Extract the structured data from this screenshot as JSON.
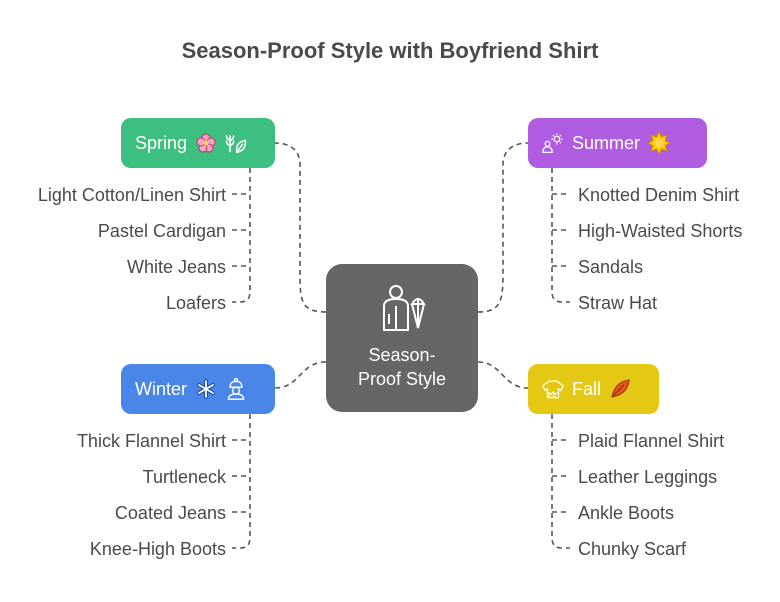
{
  "title": "Season-Proof Style with Boyfriend Shirt",
  "center": {
    "label": "Season-Proof Style",
    "icon": "raincoat-umbrella-icon"
  },
  "branches": {
    "spring": {
      "label": "Spring",
      "color": "#3dbf7f",
      "icons": [
        "flower-icon",
        "leaves-icon"
      ],
      "items": [
        "Light Cotton/Linen Shirt",
        "Pastel Cardigan",
        "White Jeans",
        "Loafers"
      ]
    },
    "summer": {
      "label": "Summer",
      "color": "#b05ce0",
      "icons": [
        "sun-person-icon",
        "sun-icon"
      ],
      "items": [
        "Knotted Denim Shirt",
        "High-Waisted Shorts",
        "Sandals",
        "Straw Hat"
      ]
    },
    "winter": {
      "label": "Winter",
      "color": "#4a86e8",
      "icons": [
        "snowflake-icon",
        "beanie-person-icon"
      ],
      "items": [
        "Thick Flannel Shirt",
        "Turtleneck",
        "Coated Jeans",
        "Knee-High Boots"
      ]
    },
    "fall": {
      "label": "Fall",
      "color": "#e4c813",
      "icons": [
        "sweater-icon",
        "maple-leaf-icon"
      ],
      "items": [
        "Plaid Flannel Shirt",
        "Leather Leggings",
        "Ankle Boots",
        "Chunky Scarf"
      ]
    }
  }
}
